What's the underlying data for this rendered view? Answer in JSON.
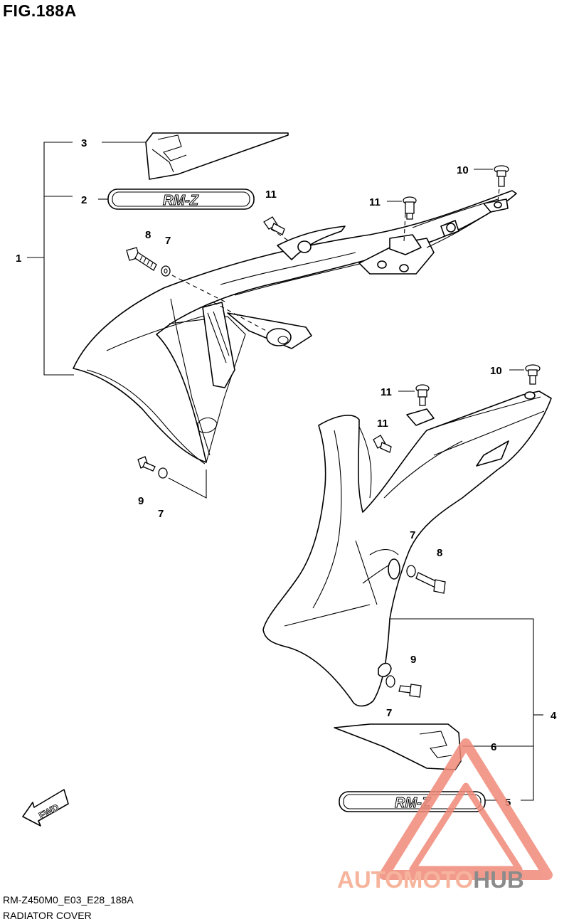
{
  "figure": {
    "title": "FIG.188A",
    "code": "RM-Z450M0_E03_E28_188A",
    "name": "RADIATOR COVER"
  },
  "emblem_text": "RM-Z",
  "fwd_label": "FWD",
  "watermark": {
    "part1": "AUTOMOTO",
    "part2": "HUB",
    "color_primary": "#f08a7a",
    "color_secondary": "#777777",
    "accent": "#f6a623"
  },
  "callouts": {
    "c1": "1",
    "c2": "2",
    "c3": "3",
    "c4": "4",
    "c5": "5",
    "c6": "6",
    "c7a": "7",
    "c7b": "7",
    "c7c": "7",
    "c7d": "7",
    "c8a": "8",
    "c8b": "8",
    "c9a": "9",
    "c9b": "9",
    "c10a": "10",
    "c10b": "10",
    "c11a": "11",
    "c11b": "11",
    "c11c": "11",
    "c11d": "11"
  }
}
